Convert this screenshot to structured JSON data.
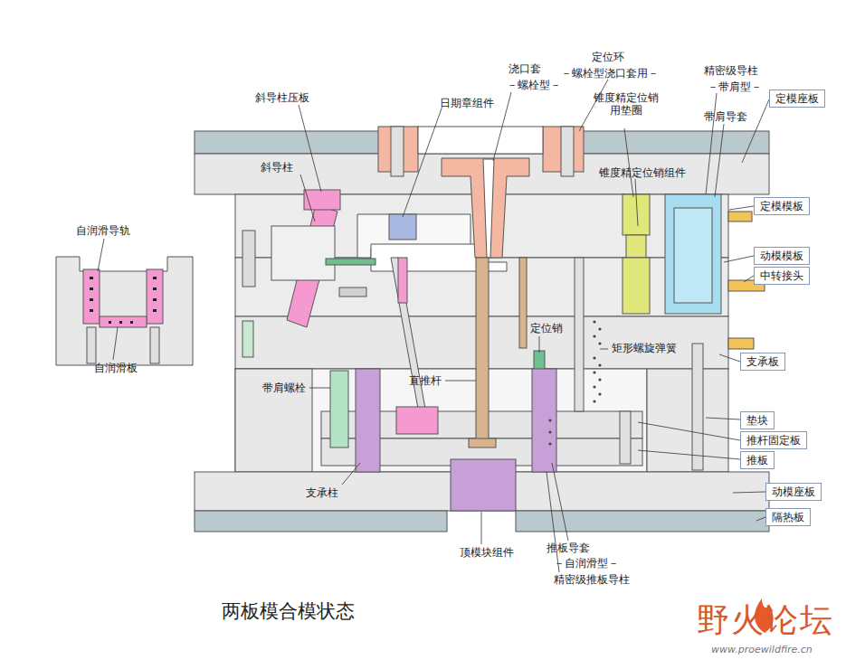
{
  "diagram": {
    "caption": "两板模合模状态",
    "nodes": [
      {
        "text": [
          "定模座板"
        ]
      },
      {
        "text": [
          "定模模板"
        ]
      },
      {
        "text": [
          "动模模板"
        ]
      },
      {
        "text": [
          "中转接头"
        ]
      },
      {
        "text": [
          "支承板"
        ]
      },
      {
        "text": [
          "垫块"
        ]
      },
      {
        "text": [
          "推杆固定板"
        ]
      },
      {
        "text": [
          "推板"
        ]
      },
      {
        "text": [
          "动模座板"
        ]
      },
      {
        "text": [
          "隔热板"
        ]
      }
    ],
    "edges": [],
    "labels": [
      "浇口套",
      "－螺栓型－",
      "定位环",
      "－螺栓型浇口套用－",
      "精密级导柱",
      "－带肩型－",
      "斜导柱压板",
      "日期章组件",
      "锥度精定位销 用垫圈",
      "带肩导套",
      "斜导柱",
      "锥度精定位销组件",
      "自润滑导轨",
      "自润滑板",
      "定位销",
      "矩形螺旋弹簧",
      "直推杆",
      "带肩螺栓",
      "支承柱",
      "顶模块组件",
      "推板导套",
      "－自润滑型－",
      "精密级推板导柱",
      "野火论坛",
      "www.proewildfire.cn"
    ]
  }
}
